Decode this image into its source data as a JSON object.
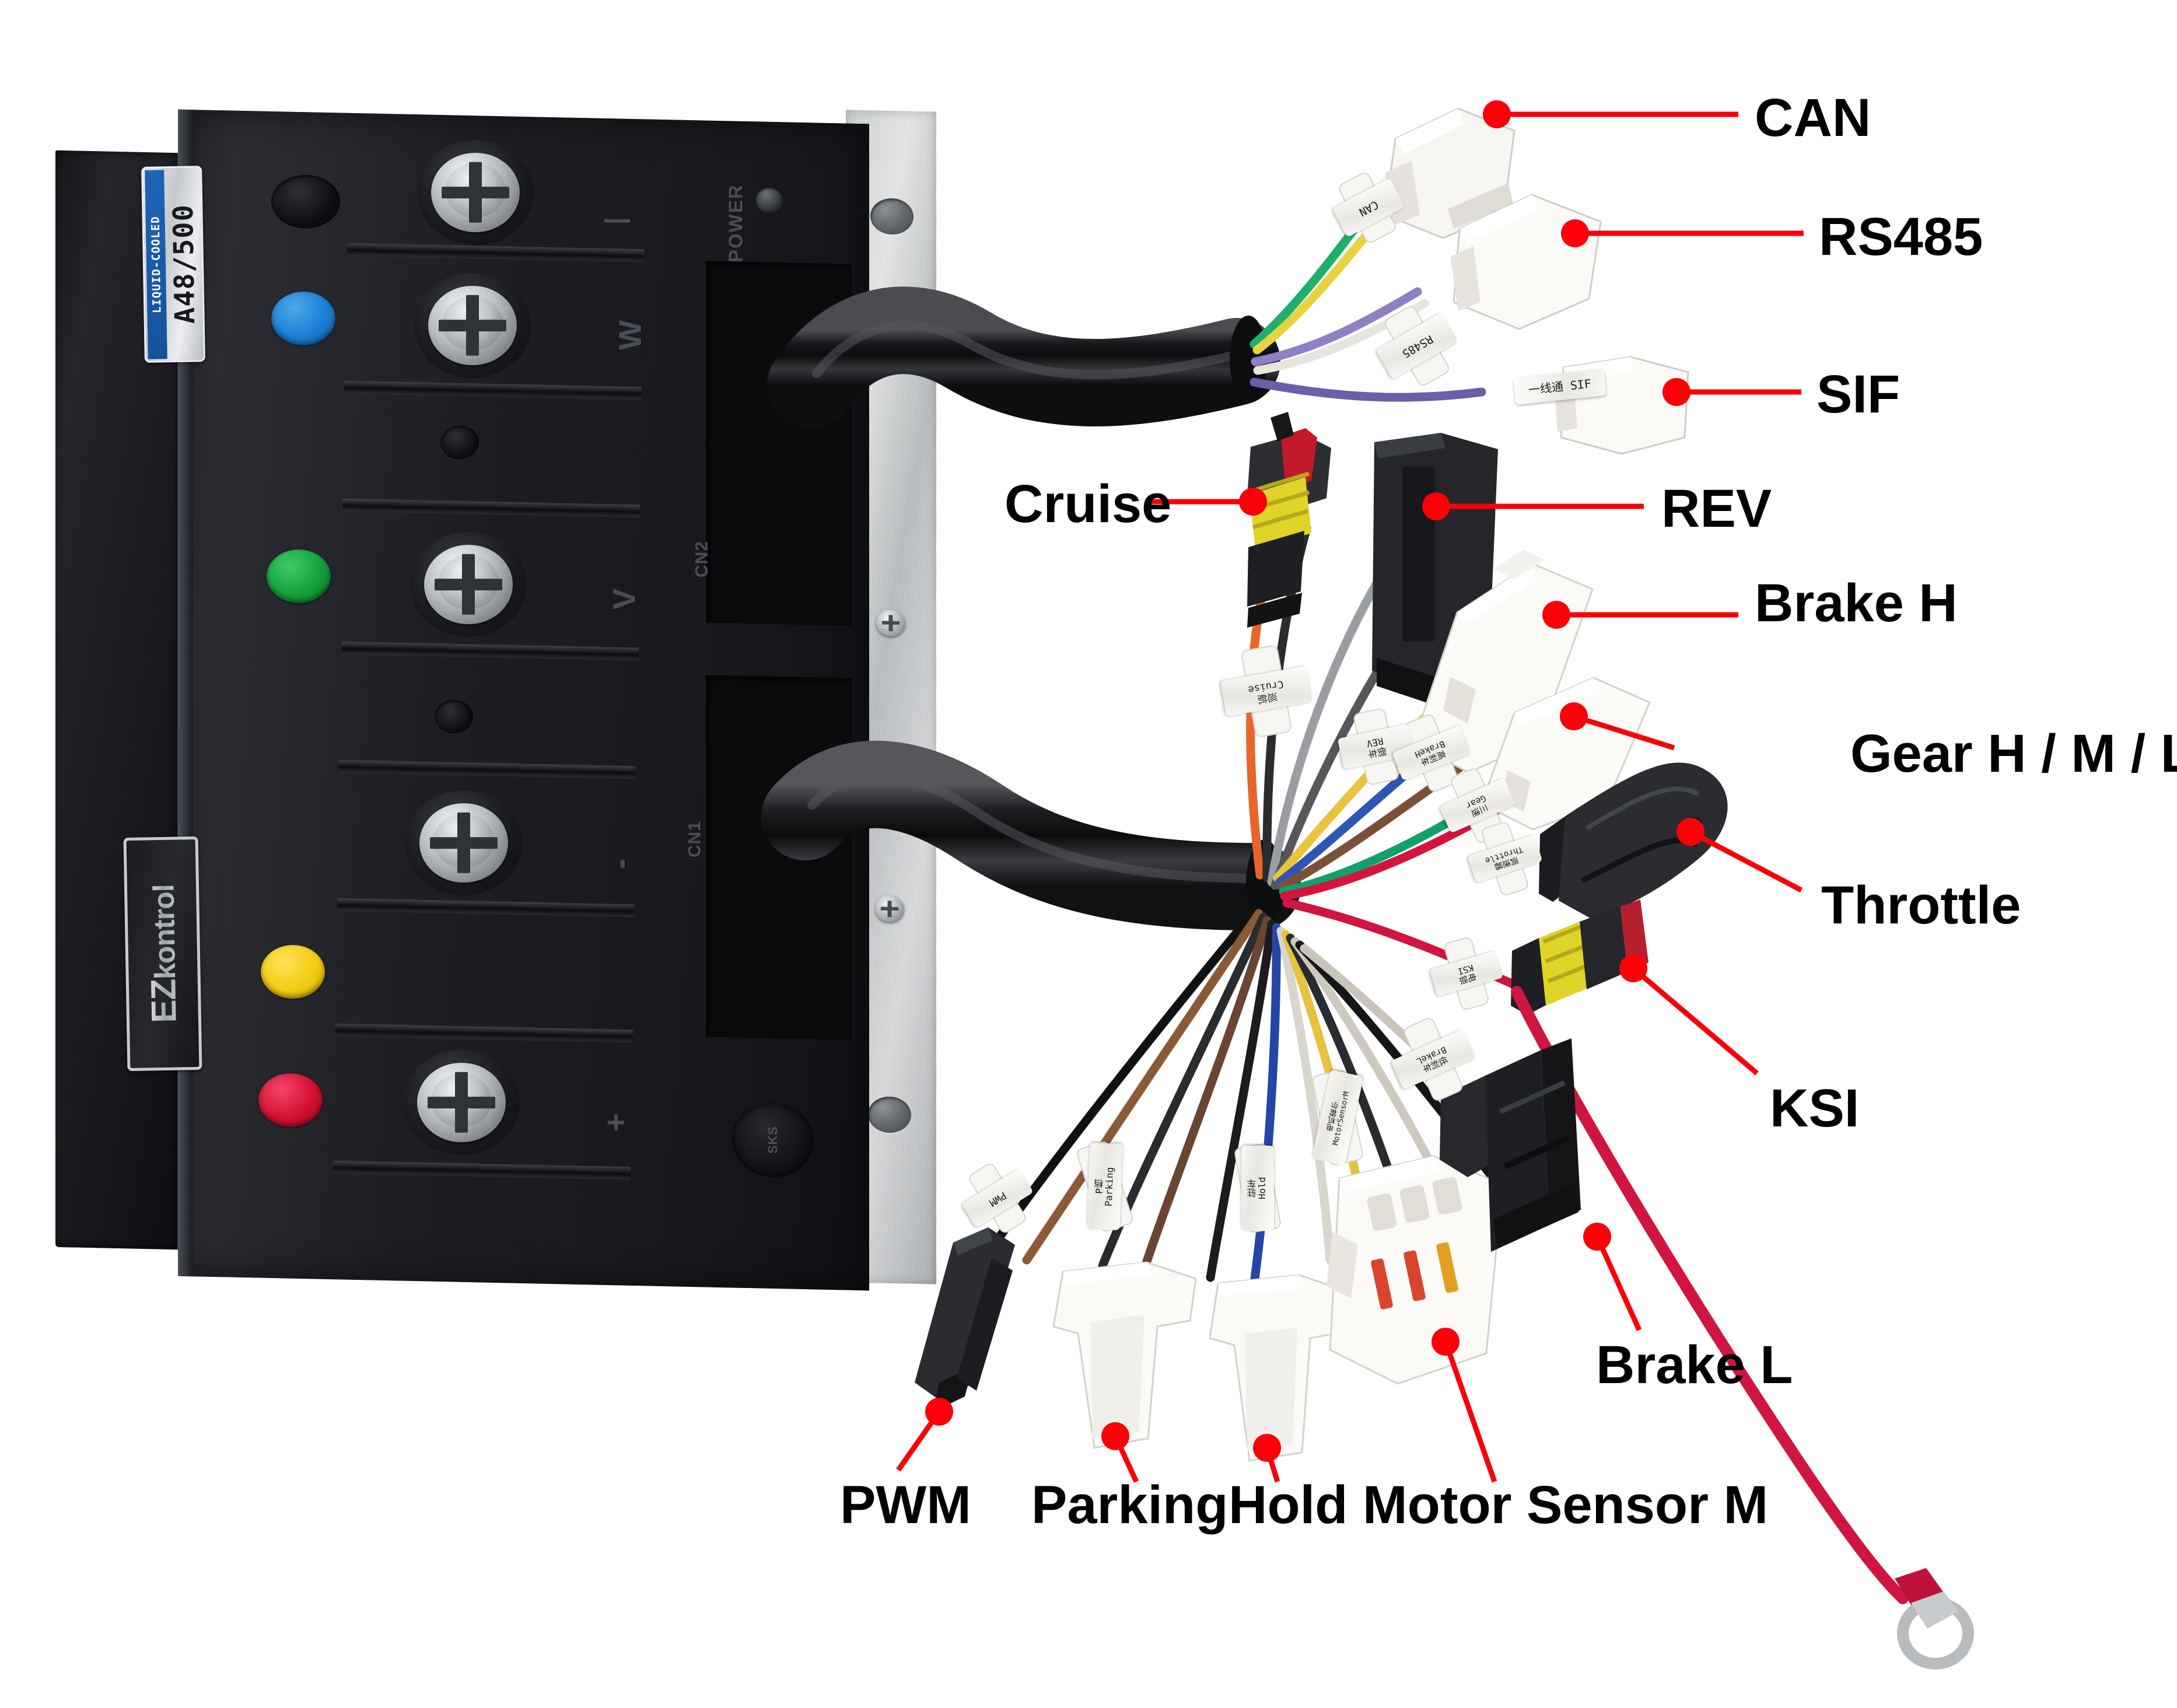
{
  "meta": {
    "subject": "EZkontrol liquid-cooled BLDC motor controller with labelled wiring harness",
    "background_color": "#ffffff",
    "callout_color": "#fb0007",
    "label_text_color": "#000000"
  },
  "controller": {
    "brand_badge": "EZkontrol",
    "brand_badge_prefix": "EZ",
    "brand_badge_suffix": "kontrol",
    "model_sticker": {
      "banner": "LIQUID-COOLED",
      "model": "A48/500"
    },
    "case_markings": [
      {
        "text": "POWER",
        "id": "power-marking"
      },
      {
        "text": "W",
        "id": "phase-w-marking"
      },
      {
        "text": "V",
        "id": "phase-v-marking"
      },
      {
        "text": "CN2",
        "id": "cn2-marking"
      },
      {
        "text": "CN1",
        "id": "cn1-marking"
      },
      {
        "text": "-",
        "id": "negative-marking"
      },
      {
        "text": "+",
        "id": "positive-marking"
      }
    ],
    "grommet_marking": "SKS",
    "terminal_dots": [
      {
        "name": "blue",
        "color": "#1a7fd4"
      },
      {
        "name": "green",
        "color": "#14a03c"
      },
      {
        "name": "yellow",
        "color": "#f2cc12"
      },
      {
        "name": "red",
        "color": "#d31030"
      }
    ]
  },
  "callouts": [
    {
      "id": "can",
      "label": "CAN"
    },
    {
      "id": "rs485",
      "label": "RS485"
    },
    {
      "id": "sif",
      "label": "SIF"
    },
    {
      "id": "cruise",
      "label": "Cruise"
    },
    {
      "id": "rev",
      "label": "REV"
    },
    {
      "id": "brake-h",
      "label": "Brake H"
    },
    {
      "id": "gear-hml",
      "label": "Gear H / M / L"
    },
    {
      "id": "throttle",
      "label": "Throttle"
    },
    {
      "id": "ksi",
      "label": "KSI"
    },
    {
      "id": "brake-l",
      "label": "Brake L"
    },
    {
      "id": "pwm",
      "label": "PWM"
    },
    {
      "id": "parking",
      "label": "Parking"
    },
    {
      "id": "hold",
      "label": "Hold"
    },
    {
      "id": "motor-sensor",
      "label": "Motor Sensor M"
    }
  ],
  "wire_labels": [
    {
      "id": "wl-can",
      "text": "CAN"
    },
    {
      "id": "wl-rs485",
      "text": "RS485"
    },
    {
      "id": "wl-sif",
      "text": "一线通 SIF"
    },
    {
      "id": "wl-cruise",
      "text": "巡航\nCruise"
    },
    {
      "id": "wl-rev",
      "text": "倒车\nREV"
    },
    {
      "id": "wl-brakeh",
      "text": "高刹车\nBrakeH"
    },
    {
      "id": "wl-gear",
      "text": "三速\nGear"
    },
    {
      "id": "wl-throttle",
      "text": "调速器\nThrottle"
    },
    {
      "id": "wl-ksi",
      "text": "电锁\nKSI"
    },
    {
      "id": "wl-brakel",
      "text": "低刹车\nBrakeL"
    },
    {
      "id": "wl-pwm",
      "text": "PWM"
    },
    {
      "id": "wl-parking",
      "text": "P档\nParking"
    },
    {
      "id": "wl-hold",
      "text": "驻车\nHold"
    },
    {
      "id": "wl-motor",
      "text": "电机霍尔\nMotorSensorM"
    }
  ]
}
